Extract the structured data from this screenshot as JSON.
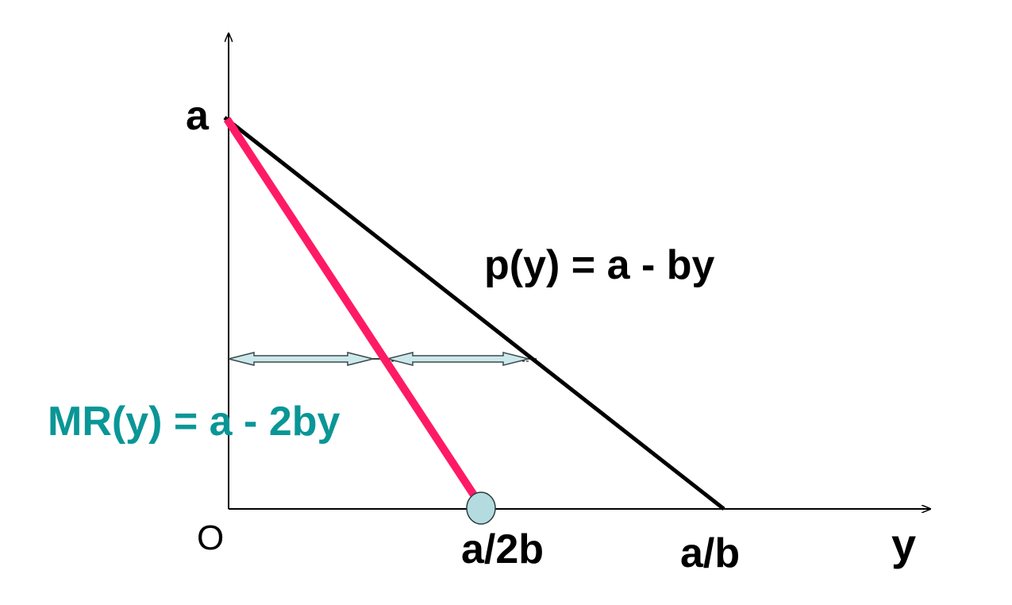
{
  "labels": {
    "y_intercept": "a",
    "origin": "O",
    "demand_equation": "p(y) = a - by",
    "mr_equation": "MR(y) = a - 2by",
    "mr_x_intercept": "a/2b",
    "demand_x_intercept": "a/b",
    "x_axis": "y"
  },
  "colors": {
    "demand_line": "#000000",
    "mr_line": "#ff1a66",
    "mr_label": "#0a9696",
    "arrow_fill": "#cde8ec",
    "arrow_stroke": "#3a4a4a",
    "endpoint_fill": "#b4dce0",
    "axis": "#000000"
  }
}
